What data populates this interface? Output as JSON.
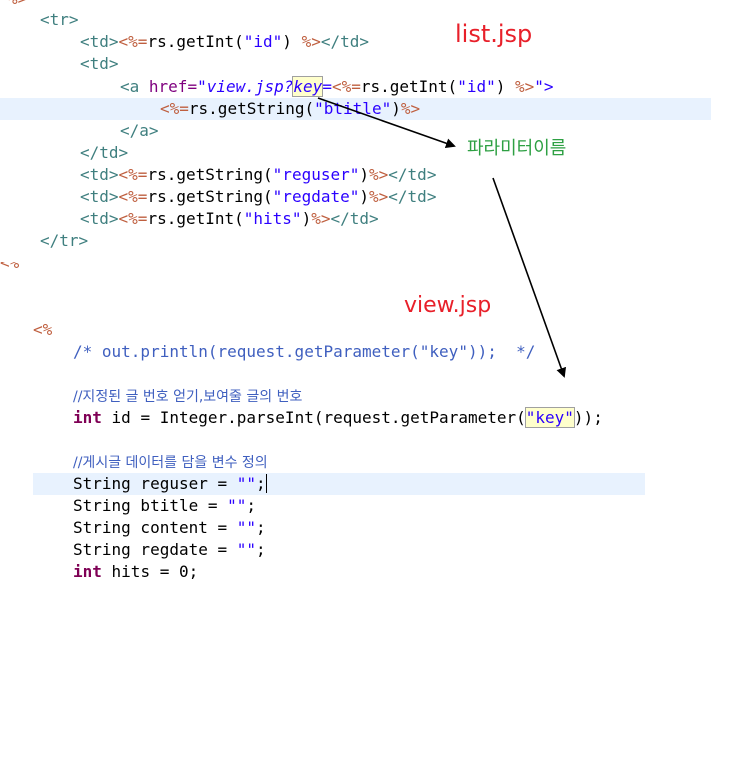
{
  "top_fragment": "%>",
  "list": {
    "l1": "<tr>",
    "l2_open": "<td>",
    "l2_jsp_open": "<%=",
    "l2_code": "rs.getInt(",
    "l2_str": "\"id\"",
    "l2_close_paren": ")",
    "l2_jsp_close": " %>",
    "l2_end": "</td>",
    "l3": "<td>",
    "l4_a": "<a ",
    "l4_href": "href=",
    "l4_val1": "\"view.jsp?",
    "l4_key": "key",
    "l4_eq": "=",
    "l4_jsp_open": "<%=",
    "l4_code": "rs.getInt(",
    "l4_str": "\"id\"",
    "l4_paren": ") ",
    "l4_jsp_close": "%>",
    "l4_val2": "\">",
    "l5_jsp_open": "<%=",
    "l5_code": "rs.getString(",
    "l5_str": "\"btitle\"",
    "l5_paren": ")",
    "l5_jsp_close": "%>",
    "l6": "</a>",
    "l7": "</td>",
    "l8_open": "<td>",
    "l8_jsp_open": "<%=",
    "l8_code": "rs.getString(",
    "l8_str": "\"reguser\"",
    "l8_paren": ")",
    "l8_jsp_close": "%>",
    "l8_end": "</td>",
    "l9_open": "<td>",
    "l9_jsp_open": "<%=",
    "l9_code": "rs.getString(",
    "l9_str": "\"regdate\"",
    "l9_paren": ")",
    "l9_jsp_close": "%>",
    "l9_end": "</td>",
    "l10_open": "<td>",
    "l10_jsp_open": "<%=",
    "l10_code": "rs.getInt(",
    "l10_str": "\"hits\"",
    "l10_paren": ")",
    "l10_jsp_close": "%>",
    "l10_end": "</td>",
    "l11": "</tr>",
    "l12": "<%"
  },
  "view": {
    "l1": "<%",
    "l2": "/* out.println(request.getParameter(\"key\"));  */",
    "l3": "//지정된 글 번호 얻기,보여줄 글의 번호",
    "l4_kw": "int",
    "l4_code": " id = Integer.parseInt(request.getParameter(",
    "l4_str": "\"key\"",
    "l4_end": "));",
    "l5": "//게시글 데이터를 담을 변수 정의",
    "l6_code": "String reguser = ",
    "l6_str": "\"\"",
    "l6_end": ";",
    "l7_code": "String btitle = ",
    "l7_str": "\"\"",
    "l7_end": ";",
    "l8_code": "String content = ",
    "l8_str": "\"\"",
    "l8_end": ";",
    "l9_code": "String regdate = ",
    "l9_str": "\"\"",
    "l9_end": ";",
    "l10_kw": "int",
    "l10_code": " hits = 0;"
  },
  "annotations": {
    "list_label": "list.jsp",
    "view_label": "view.jsp",
    "param_label": "파라미터이름",
    "red": "#e8202a",
    "green": "#2ea043"
  }
}
